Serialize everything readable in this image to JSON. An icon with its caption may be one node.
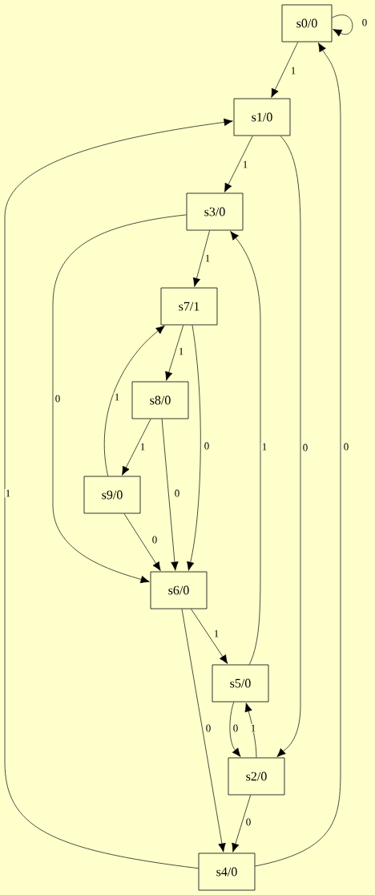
{
  "diagram": {
    "nodes": [
      {
        "text": [
          "s0/0"
        ]
      },
      {
        "text": [
          "s1/0"
        ]
      },
      {
        "text": [
          "s3/0"
        ]
      },
      {
        "text": [
          "s7/1"
        ]
      },
      {
        "text": [
          "s8/0"
        ]
      },
      {
        "text": [
          "s9/0"
        ]
      },
      {
        "text": [
          "s6/0"
        ]
      },
      {
        "text": [
          "s5/0"
        ]
      },
      {
        "text": [
          "s2/0"
        ]
      },
      {
        "text": [
          "s4/0"
        ]
      }
    ],
    "edges": [
      {
        "from": 0,
        "to": 0,
        "arrow": "to",
        "label": "0"
      },
      {
        "from": 0,
        "to": 1,
        "arrow": "to",
        "label": "1"
      },
      {
        "from": 1,
        "to": 2,
        "arrow": "to",
        "label": "1"
      },
      {
        "from": 1,
        "to": 8,
        "arrow": "to",
        "label": "0"
      },
      {
        "from": 2,
        "to": 3,
        "arrow": "to",
        "label": "1"
      },
      {
        "from": 2,
        "to": 6,
        "arrow": "to",
        "label": "0"
      },
      {
        "from": 3,
        "to": 4,
        "arrow": "to",
        "label": "1"
      },
      {
        "from": 3,
        "to": 6,
        "arrow": "to",
        "label": "0"
      },
      {
        "from": 4,
        "to": 5,
        "arrow": "to",
        "label": "1"
      },
      {
        "from": 4,
        "to": 6,
        "arrow": "to",
        "label": "0"
      },
      {
        "from": 5,
        "to": 3,
        "arrow": "to",
        "label": "1"
      },
      {
        "from": 5,
        "to": 6,
        "arrow": "to",
        "label": "0"
      },
      {
        "from": 6,
        "to": 7,
        "arrow": "to",
        "label": "1"
      },
      {
        "from": 6,
        "to": 9,
        "arrow": "to",
        "label": "0"
      },
      {
        "from": 7,
        "to": 2,
        "arrow": "to",
        "label": "1"
      },
      {
        "from": 7,
        "to": 8,
        "arrow": "to",
        "label": "0"
      },
      {
        "from": 8,
        "to": 7,
        "arrow": "to",
        "label": "1"
      },
      {
        "from": 8,
        "to": 9,
        "arrow": "to",
        "label": "0"
      },
      {
        "from": 9,
        "to": 1,
        "arrow": "to",
        "label": "1"
      },
      {
        "from": 9,
        "to": 0,
        "arrow": "to",
        "label": "0"
      }
    ]
  }
}
